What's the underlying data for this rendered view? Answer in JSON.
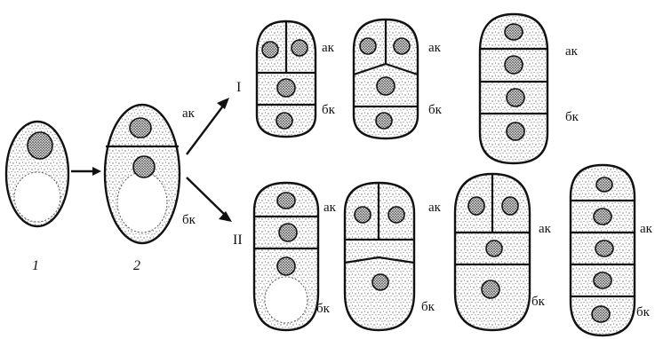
{
  "stage_labels": [
    "1",
    "2"
  ],
  "branch_labels": [
    "I",
    "II"
  ],
  "cell_labels": {
    "apical": "ак",
    "basal": "бк"
  },
  "colors": {
    "ink": "#111111",
    "paper": "#ffffff"
  }
}
